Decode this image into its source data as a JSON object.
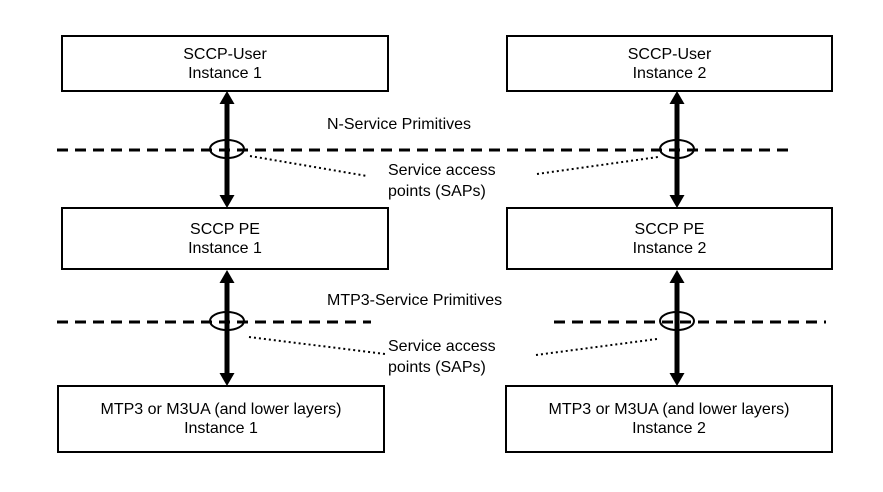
{
  "boxes": [
    {
      "line1": "SCCP-User",
      "line2": "Instance 1"
    },
    {
      "line1": "SCCP-User",
      "line2": "Instance 2"
    },
    {
      "line1": "SCCP PE",
      "line2": "Instance 1"
    },
    {
      "line1": "SCCP PE",
      "line2": "Instance 2"
    },
    {
      "line1": "MTP3 or M3UA (and lower layers)",
      "line2": "Instance 1"
    },
    {
      "line1": "MTP3 or M3UA (and lower layers)",
      "line2": "Instance 2"
    }
  ],
  "labels": {
    "n_service_primitives": "N-Service Primitives",
    "sap_upper": {
      "line1": "Service access",
      "line2": "points (SAPs)"
    },
    "mtp3_service_primitives": "MTP3-Service Primitives",
    "sap_lower": {
      "line1": "Service access",
      "line2": "points (SAPs)"
    }
  },
  "colors": {
    "ink": "#000000",
    "background": "#ffffff"
  }
}
